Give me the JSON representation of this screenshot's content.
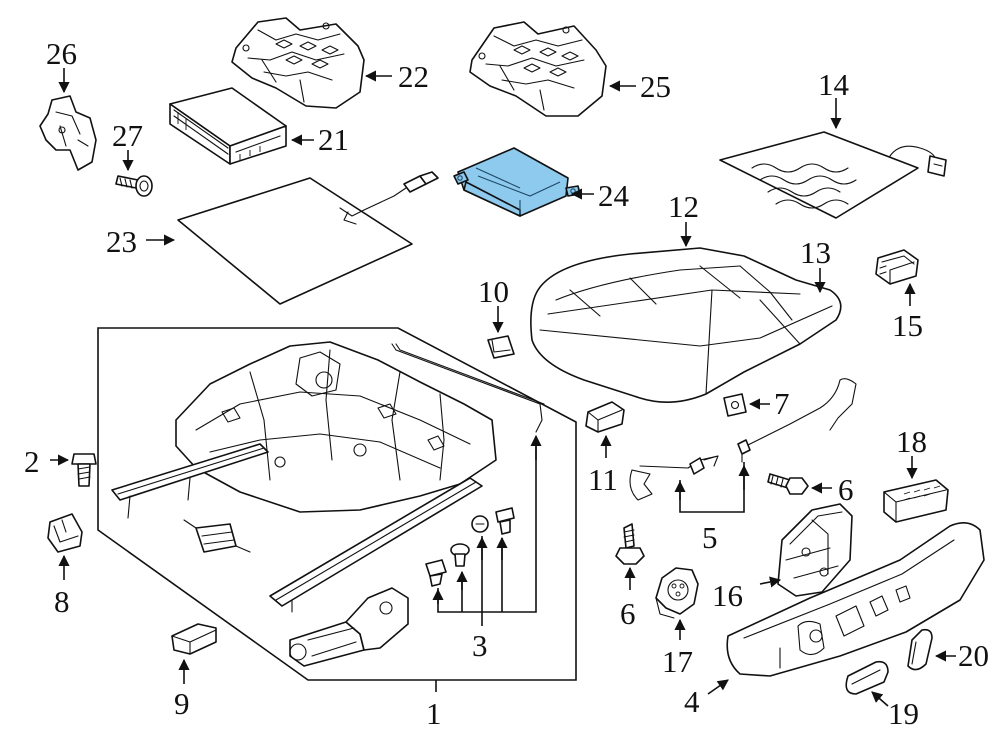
{
  "callouts": [
    {
      "id": "1",
      "label": "1"
    },
    {
      "id": "2",
      "label": "2"
    },
    {
      "id": "3",
      "label": "3"
    },
    {
      "id": "4",
      "label": "4"
    },
    {
      "id": "5",
      "label": "5"
    },
    {
      "id": "6a",
      "label": "6"
    },
    {
      "id": "6b",
      "label": "6"
    },
    {
      "id": "7",
      "label": "7"
    },
    {
      "id": "8",
      "label": "8"
    },
    {
      "id": "9",
      "label": "9"
    },
    {
      "id": "10",
      "label": "10"
    },
    {
      "id": "11",
      "label": "11"
    },
    {
      "id": "12",
      "label": "12"
    },
    {
      "id": "13",
      "label": "13"
    },
    {
      "id": "14",
      "label": "14"
    },
    {
      "id": "15",
      "label": "15"
    },
    {
      "id": "16",
      "label": "16"
    },
    {
      "id": "17",
      "label": "17"
    },
    {
      "id": "18",
      "label": "18"
    },
    {
      "id": "19",
      "label": "19"
    },
    {
      "id": "20",
      "label": "20"
    },
    {
      "id": "21",
      "label": "21"
    },
    {
      "id": "22",
      "label": "22"
    },
    {
      "id": "23",
      "label": "23"
    },
    {
      "id": "24",
      "label": "24"
    },
    {
      "id": "25",
      "label": "25"
    },
    {
      "id": "26",
      "label": "26"
    },
    {
      "id": "27",
      "label": "27"
    }
  ],
  "highlighted_part": "24",
  "colors": {
    "highlight": "#8ec9ee",
    "line": "#111111",
    "background": "#ffffff"
  }
}
